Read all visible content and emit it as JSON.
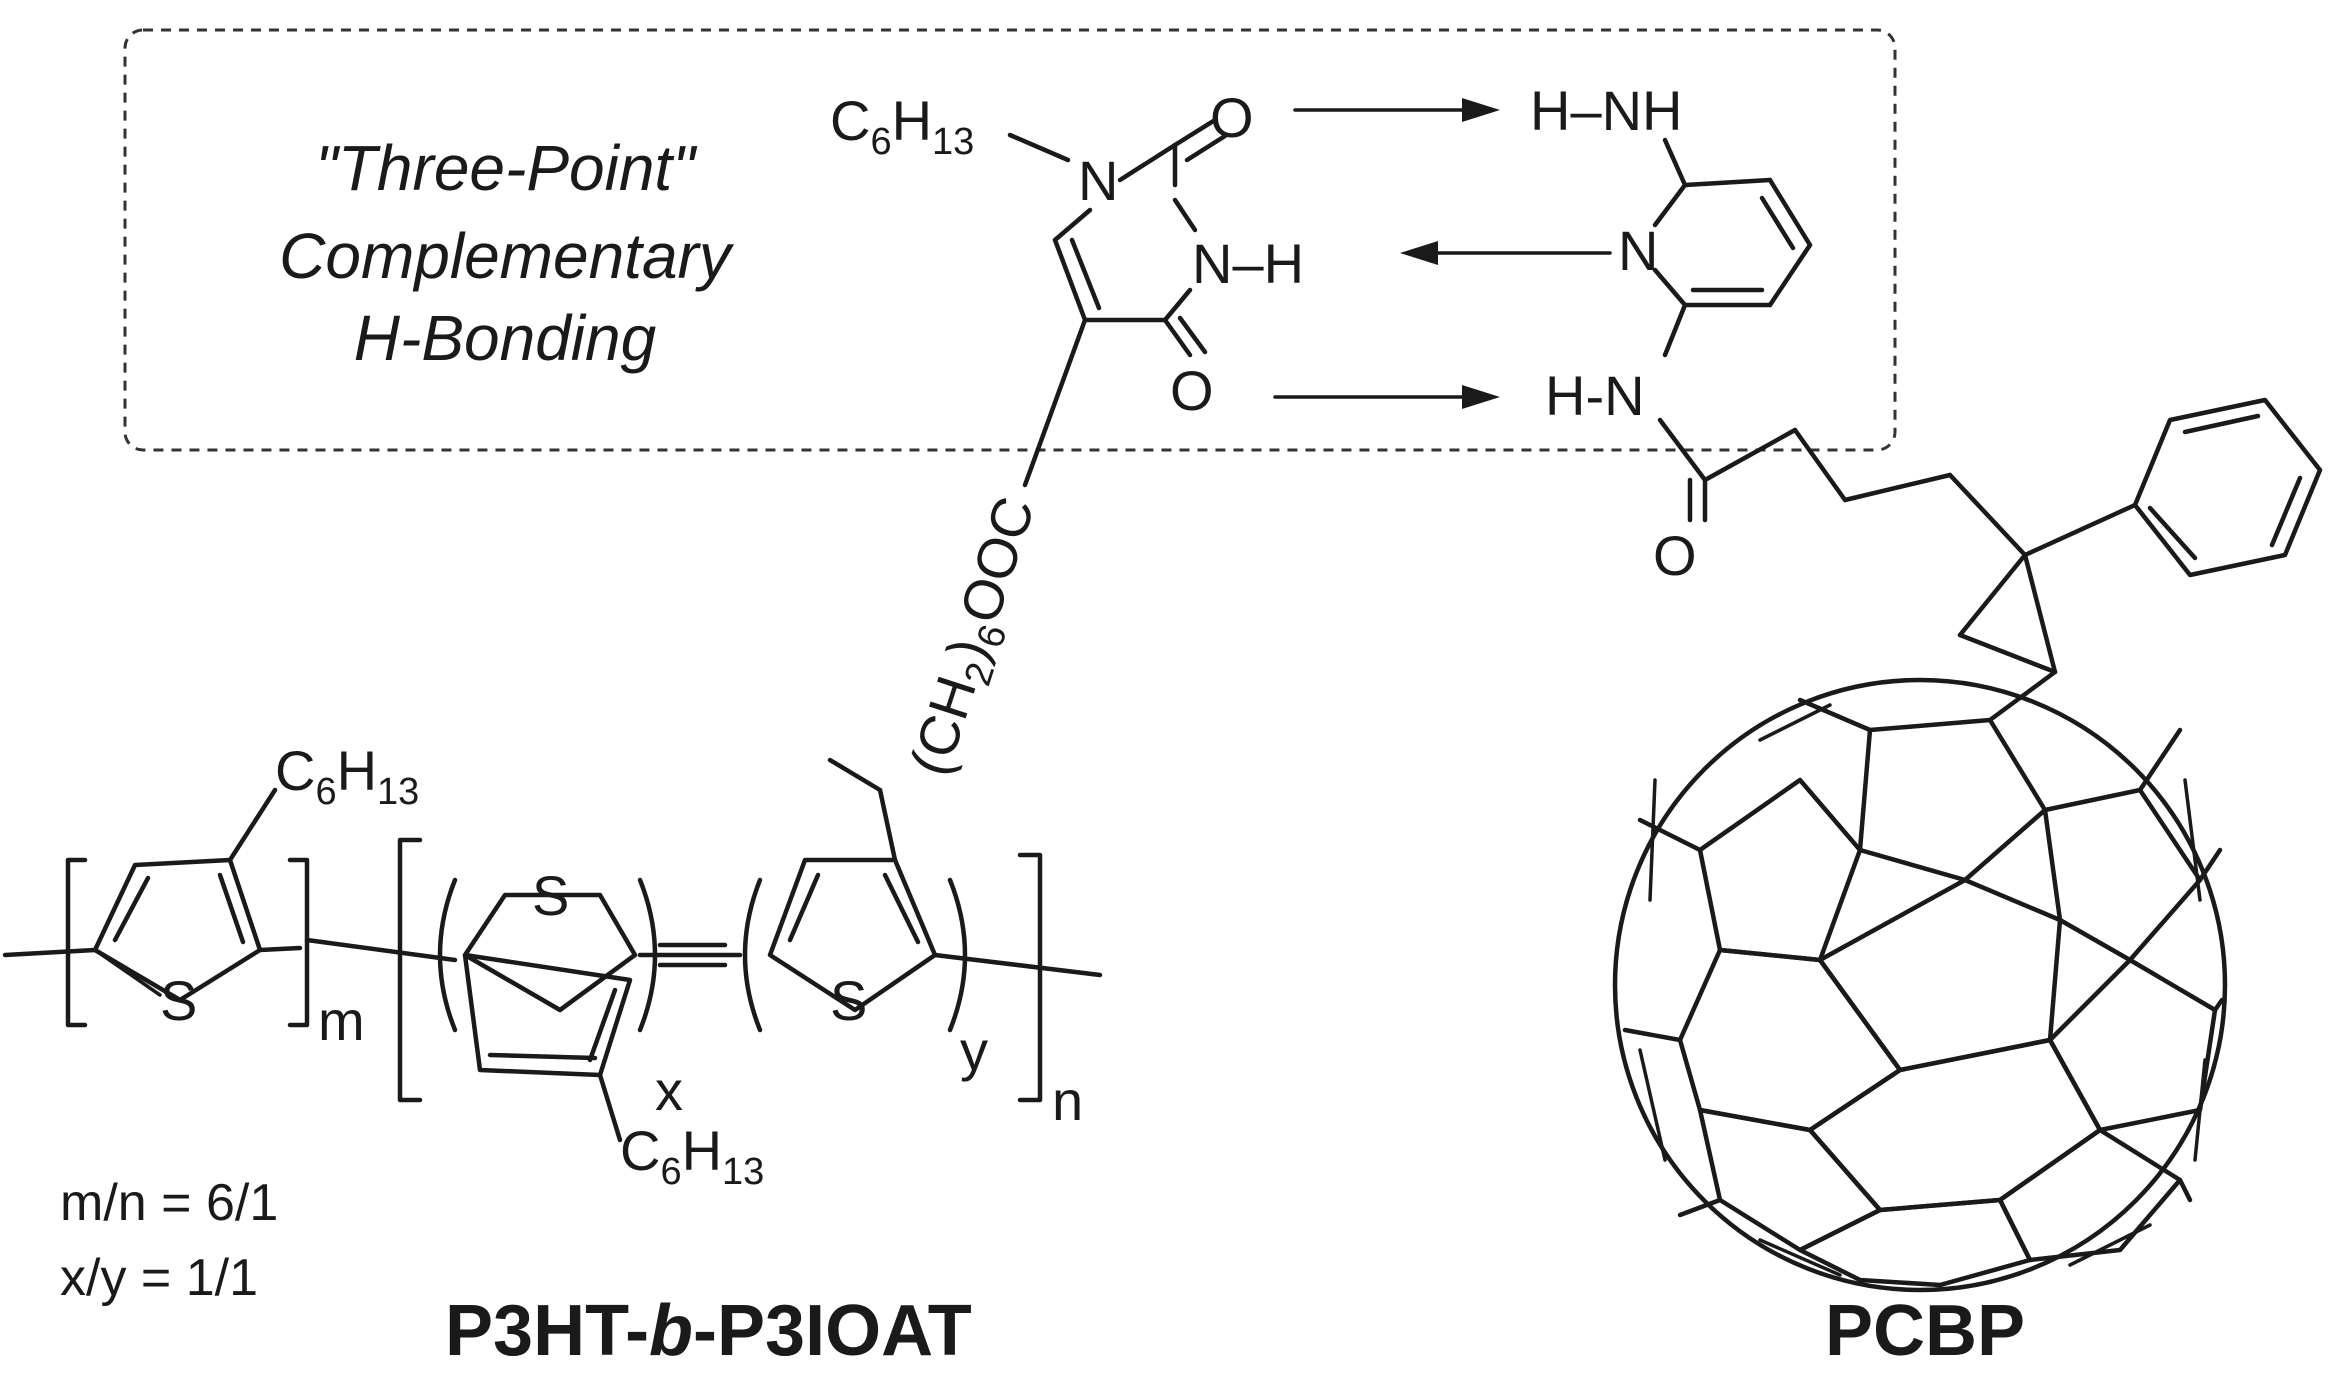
{
  "caption": {
    "line1": "\"Three-Point\"",
    "line2": "Complementary",
    "line3": "H-Bonding"
  },
  "uracil": {
    "c6h13_main": "C",
    "c6h13_sub1": "6",
    "c6h13_h": "H",
    "c6h13_sub2": "13",
    "n1": "N",
    "o2": "O",
    "nh3": "N–H",
    "o4": "O",
    "linker_ch2": "(CH",
    "linker_sub2": "2",
    "linker_close": ")",
    "linker_sub6": "6",
    "linker_ooc": "OOC"
  },
  "pyridine": {
    "hnh_top": "H–NH",
    "n_ring": "N",
    "hn_bottom": "H-N",
    "amide_o": "O"
  },
  "polymer": {
    "s1": "S",
    "s2": "S",
    "s3": "S",
    "c6h13_top": {
      "c": "C",
      "s1": "6",
      "h": "H",
      "s2": "13"
    },
    "c6h13_bottom": {
      "c": "C",
      "s1": "6",
      "h": "H",
      "s2": "13"
    },
    "m": "m",
    "x": "x",
    "y": "y",
    "n": "n",
    "ratio1": "m/n = 6/1",
    "ratio2": "x/y = 1/1",
    "name_part1": "P3HT-",
    "name_part2": "b",
    "name_part3": "-P3IOAT"
  },
  "pcbp": {
    "name": "PCBP"
  }
}
